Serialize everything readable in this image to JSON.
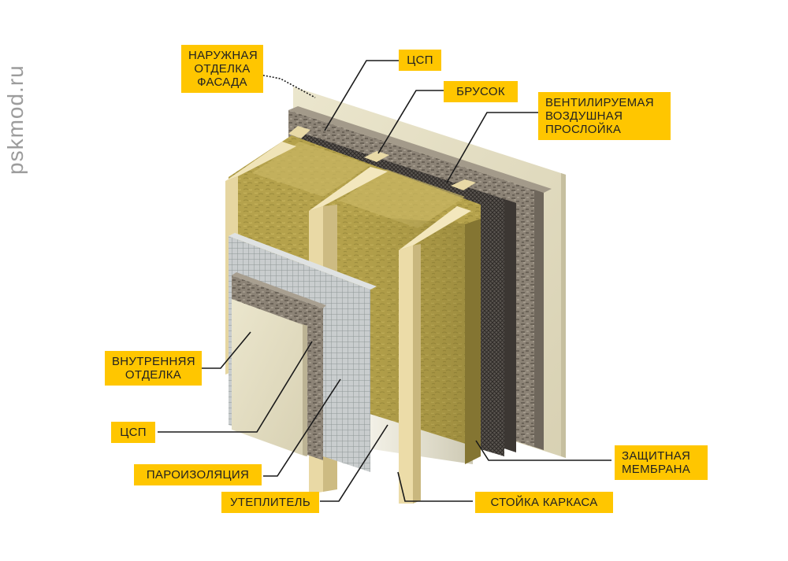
{
  "watermark": "pskmod.ru",
  "labels": {
    "exterior_finish": "НАРУЖНАЯ\nОТДЕЛКА\nФАСАДА",
    "csp_outer": "ЦСП",
    "bar": "БРУСОК",
    "vent_gap": "ВЕНТИЛИРУЕМАЯ\nВОЗДУШНАЯ\nПРОСЛОЙКА",
    "interior_finish": "ВНУТРЕННЯЯ\nОТДЕЛКА",
    "csp_inner": "ЦСП",
    "vapor_barrier": "ПАРОИЗОЛЯЦИЯ",
    "insulation": "УТЕПЛИТЕЛЬ",
    "membrane": "ЗАЩИТНАЯ\nМЕМБРАНА",
    "frame_post": "СТОЙКА КАРКАСА"
  },
  "colors": {
    "label_bg": "#ffc600",
    "stucco": "#e6e0c6",
    "osb": "#8a8072",
    "wool": "#b3a04a",
    "wood": "#e8d9a6",
    "mesh": "#c5c9c9",
    "membrane": "#4a4440"
  }
}
